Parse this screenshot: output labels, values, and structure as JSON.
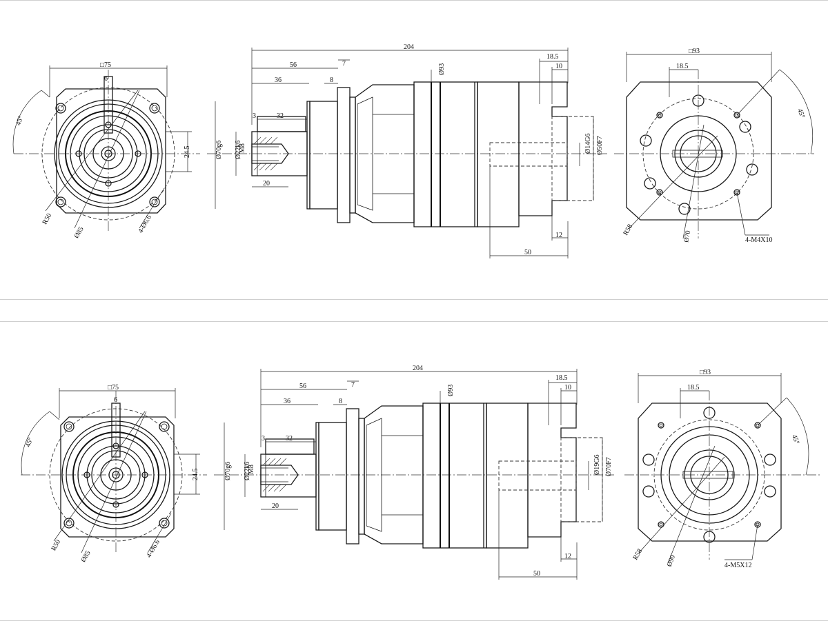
{
  "panels": [
    {
      "id": "top",
      "front_view": {
        "square_size": "□75",
        "key_width": "6",
        "angle": "45°",
        "key_height": "24.5",
        "radius": "R50",
        "pcd": "Ø85",
        "holes": "4-Ø6.6"
      },
      "side_view": {
        "total_length": "204",
        "flange_len": "56",
        "spigot_len": "36",
        "flange_thickness": "8",
        "step": "7",
        "shaft_len": "32",
        "chamfer": "3",
        "thread_depth": "20",
        "pilot_diameter": "Ø70g6",
        "shaft_diameter": "Ø22k6",
        "thread": "M8",
        "body_diameter": "Ø93",
        "rear_offset": "18.5",
        "rear_depth": "10",
        "bore": "Ø14G6",
        "rear_pilot": "Ø50F7",
        "rear_recess": "12",
        "rear_length": "50"
      },
      "rear_view": {
        "square_size": "□93",
        "offset": "18.5",
        "angle": "45°",
        "radius": "R58",
        "pcd": "Ø70",
        "holes": "4-M4X10"
      }
    },
    {
      "id": "bottom",
      "front_view": {
        "square_size": "□75",
        "key_width": "6",
        "angle": "45°",
        "key_height": "24.5",
        "radius": "R50",
        "pcd": "Ø85",
        "holes": "4-Ø6.6"
      },
      "side_view": {
        "total_length": "204",
        "flange_len": "56",
        "spigot_len": "36",
        "flange_thickness": "8",
        "step": "7",
        "shaft_len": "32",
        "chamfer": "3",
        "thread_depth": "20",
        "pilot_diameter": "Ø70g6",
        "shaft_diameter": "Ø22k6",
        "thread": "M8",
        "body_diameter": "Ø93",
        "rear_offset": "18.5",
        "rear_depth": "10",
        "bore": "Ø19G6",
        "rear_pilot": "Ø70F7",
        "rear_recess": "12",
        "rear_length": "50"
      },
      "rear_view": {
        "square_size": "□93",
        "offset": "18.5",
        "angle": "45°",
        "radius": "R58",
        "pcd": "Ø90",
        "holes": "4-M5X12"
      }
    }
  ]
}
